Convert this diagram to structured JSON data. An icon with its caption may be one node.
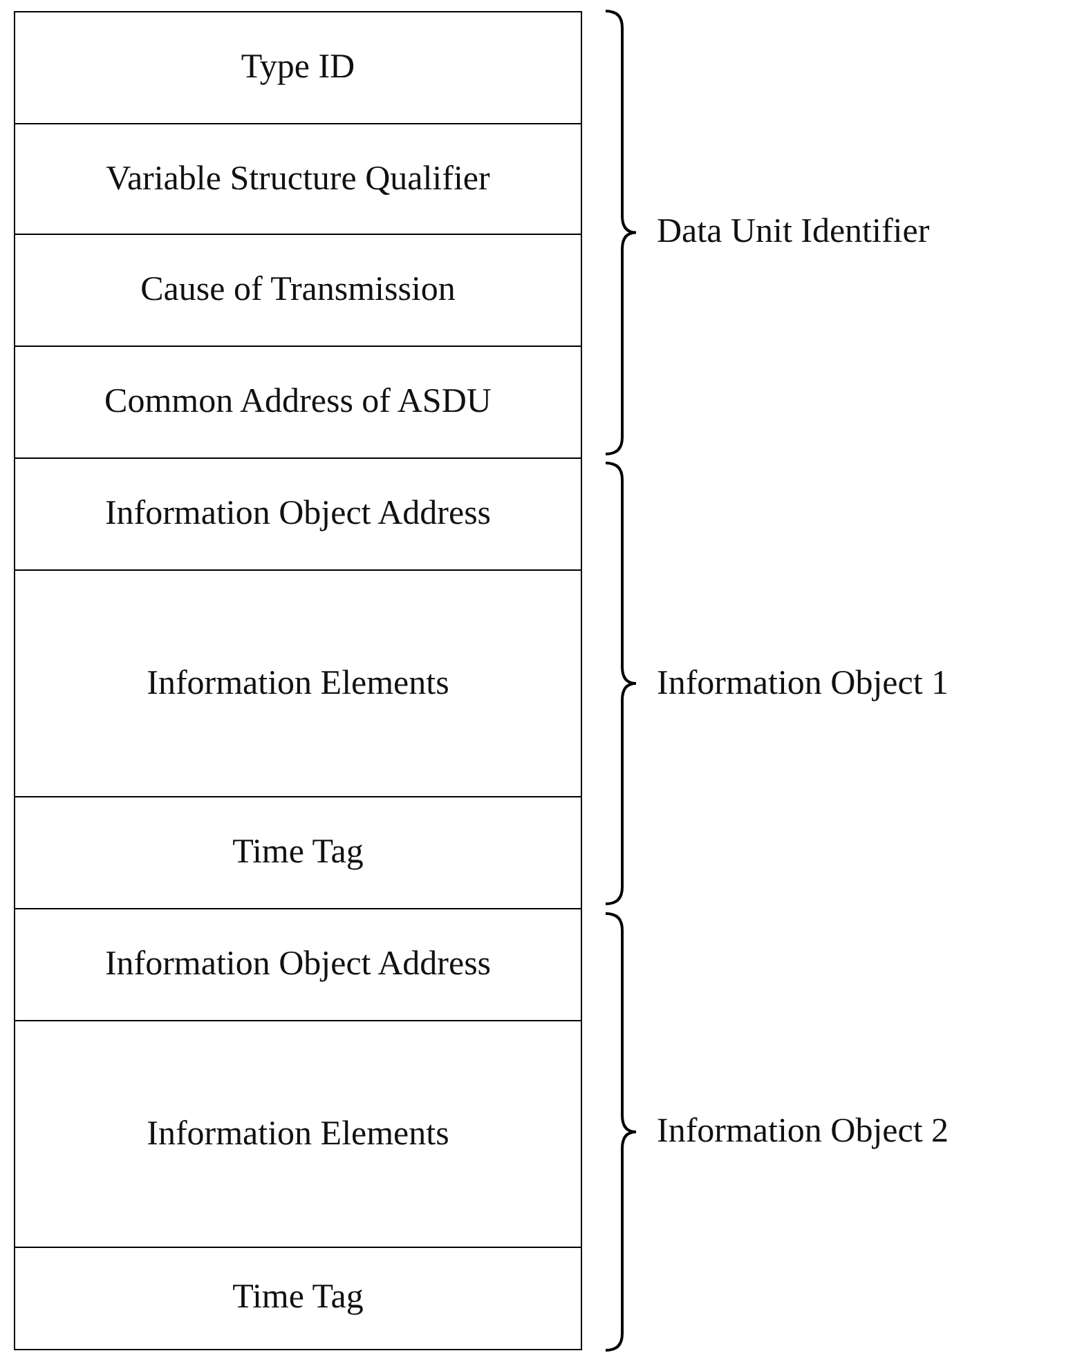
{
  "diagram": {
    "nodes": [
      {
        "text": [
          "Type ID"
        ]
      },
      {
        "text": [
          "Variable Structure Qualifier"
        ]
      },
      {
        "text": [
          "Cause of Transmission"
        ]
      },
      {
        "text": [
          "Common Address of ASDU"
        ]
      },
      {
        "text": [
          "Information Object Address"
        ]
      },
      {
        "text": [
          "Information Elements"
        ]
      },
      {
        "text": [
          "Time Tag"
        ]
      },
      {
        "text": [
          "Information Object Address"
        ]
      },
      {
        "text": [
          "Information Elements"
        ]
      },
      {
        "text": [
          "Time Tag"
        ]
      }
    ],
    "labels": [
      "Data Unit Identifier",
      "Information Object 1",
      "Information Object 2"
    ]
  }
}
